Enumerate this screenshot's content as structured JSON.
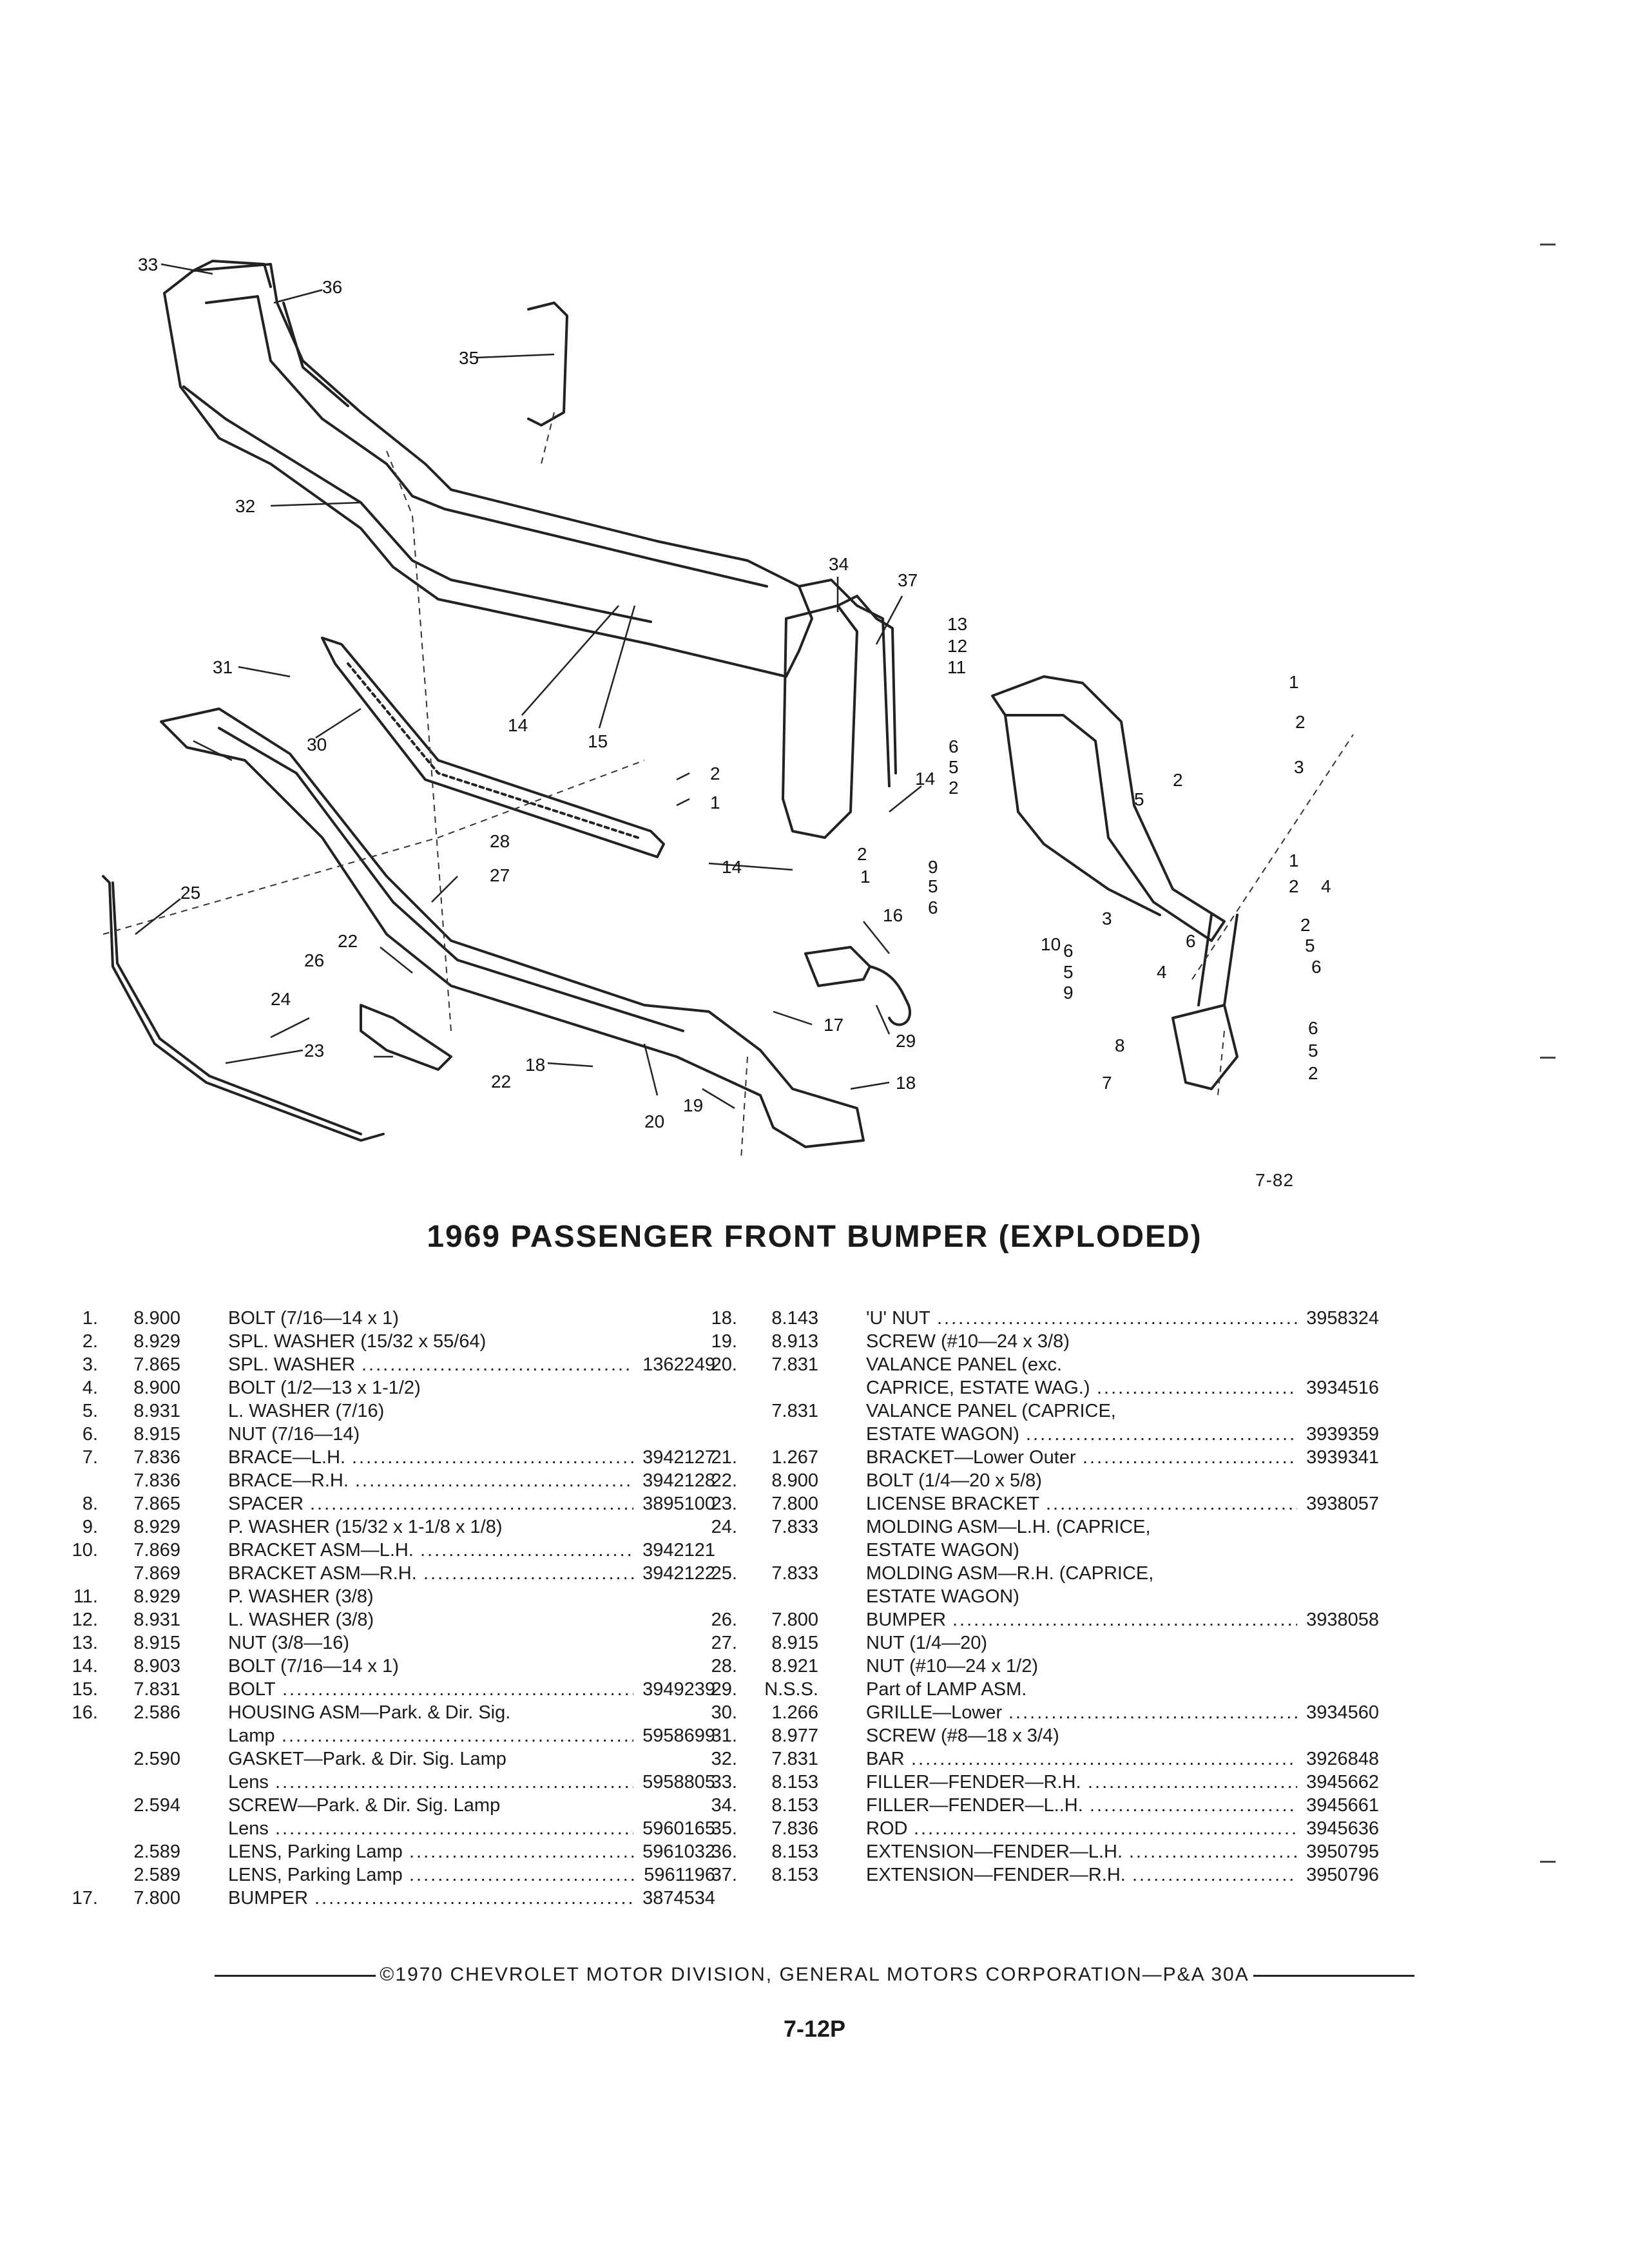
{
  "diagram": {
    "callouts": [
      "33",
      "36",
      "35",
      "32",
      "34",
      "37",
      "31",
      "30",
      "14",
      "15",
      "2",
      "1",
      "14",
      "2",
      "1",
      "14",
      "28",
      "27",
      "25",
      "26",
      "22",
      "24",
      "23",
      "22",
      "18",
      "16",
      "17",
      "29",
      "20",
      "19",
      "18",
      "13",
      "12",
      "11",
      "1",
      "2",
      "3",
      "6",
      "5",
      "2",
      "5",
      "2",
      "9",
      "5",
      "6",
      "10",
      "6",
      "5",
      "9",
      "1",
      "2",
      "4",
      "3",
      "4",
      "6",
      "2",
      "5",
      "6",
      "8",
      "6",
      "5",
      "2",
      "7"
    ],
    "figure_number": "7-82"
  },
  "title": "1969 PASSENGER FRONT BUMPER (EXPLODED)",
  "parts_left": [
    {
      "n": "1.",
      "code": "8.900",
      "desc": "BOLT (7/16—14 x 1)",
      "part": ""
    },
    {
      "n": "2.",
      "code": "8.929",
      "desc": "SPL. WASHER (15/32 x 55/64)",
      "part": ""
    },
    {
      "n": "3.",
      "code": "7.865",
      "desc": "SPL. WASHER",
      "part": "1362249"
    },
    {
      "n": "4.",
      "code": "8.900",
      "desc": "BOLT (1/2—13 x 1-1/2)",
      "part": ""
    },
    {
      "n": "5.",
      "code": "8.931",
      "desc": "L. WASHER (7/16)",
      "part": ""
    },
    {
      "n": "6.",
      "code": "8.915",
      "desc": "NUT (7/16—14)",
      "part": ""
    },
    {
      "n": "7.",
      "code": "7.836",
      "desc": "BRACE—L.H.",
      "part": "3942127"
    },
    {
      "n": "",
      "code": "7.836",
      "desc": "BRACE—R.H.",
      "part": "3942128"
    },
    {
      "n": "8.",
      "code": "7.865",
      "desc": "SPACER",
      "part": "3895100"
    },
    {
      "n": "9.",
      "code": "8.929",
      "desc": "P. WASHER (15/32 x 1-1/8 x 1/8)",
      "part": ""
    },
    {
      "n": "10.",
      "code": "7.869",
      "desc": "BRACKET ASM—L.H.",
      "part": "3942121"
    },
    {
      "n": "",
      "code": "7.869",
      "desc": "BRACKET ASM—R.H.",
      "part": "3942122"
    },
    {
      "n": "11.",
      "code": "8.929",
      "desc": "P. WASHER (3/8)",
      "part": ""
    },
    {
      "n": "12.",
      "code": "8.931",
      "desc": "L. WASHER (3/8)",
      "part": ""
    },
    {
      "n": "13.",
      "code": "8.915",
      "desc": "NUT (3/8—16)",
      "part": ""
    },
    {
      "n": "14.",
      "code": "8.903",
      "desc": "BOLT (7/16—14 x 1)",
      "part": ""
    },
    {
      "n": "15.",
      "code": "7.831",
      "desc": "BOLT",
      "part": "3949239"
    },
    {
      "n": "16.",
      "code": "2.586",
      "desc": "HOUSING ASM—Park. & Dir. Sig.",
      "part": ""
    },
    {
      "n": "",
      "code": "",
      "desc": "Lamp",
      "part": "5958699"
    },
    {
      "n": "",
      "code": "2.590",
      "desc": "GASKET—Park. & Dir. Sig. Lamp",
      "part": ""
    },
    {
      "n": "",
      "code": "",
      "desc": "Lens",
      "part": "5958805"
    },
    {
      "n": "",
      "code": "2.594",
      "desc": "SCREW—Park. & Dir. Sig. Lamp",
      "part": ""
    },
    {
      "n": "",
      "code": "",
      "desc": "Lens",
      "part": "5960165"
    },
    {
      "n": "",
      "code": "2.589",
      "desc": "LENS, Parking Lamp",
      "part": "5961032"
    },
    {
      "n": "",
      "code": "2.589",
      "desc": "LENS, Parking Lamp",
      "part": "5961196"
    },
    {
      "n": "17.",
      "code": "7.800",
      "desc": "BUMPER",
      "part": "3874534"
    }
  ],
  "parts_right": [
    {
      "n": "18.",
      "code": "8.143",
      "desc": "'U' NUT",
      "part": "3958324"
    },
    {
      "n": "19.",
      "code": "8.913",
      "desc": "SCREW (#10—24 x 3/8)",
      "part": ""
    },
    {
      "n": "20.",
      "code": "7.831",
      "desc": "VALANCE PANEL (exc.",
      "part": ""
    },
    {
      "n": "",
      "code": "",
      "desc": "CAPRICE, ESTATE WAG.)",
      "part": "3934516"
    },
    {
      "n": "",
      "code": "7.831",
      "desc": "VALANCE PANEL (CAPRICE,",
      "part": ""
    },
    {
      "n": "",
      "code": "",
      "desc": "ESTATE WAGON)",
      "part": "3939359"
    },
    {
      "n": "21.",
      "code": "1.267",
      "desc": "BRACKET—Lower Outer",
      "part": "3939341"
    },
    {
      "n": "22.",
      "code": "8.900",
      "desc": "BOLT (1/4—20 x 5/8)",
      "part": ""
    },
    {
      "n": "23.",
      "code": "7.800",
      "desc": "LICENSE BRACKET",
      "part": "3938057"
    },
    {
      "n": "24.",
      "code": "7.833",
      "desc": "MOLDING ASM—L.H. (CAPRICE,",
      "part": ""
    },
    {
      "n": "",
      "code": "",
      "desc": "ESTATE WAGON)",
      "part": ""
    },
    {
      "n": "25.",
      "code": "7.833",
      "desc": "MOLDING ASM—R.H. (CAPRICE,",
      "part": ""
    },
    {
      "n": "",
      "code": "",
      "desc": "ESTATE WAGON)",
      "part": ""
    },
    {
      "n": "26.",
      "code": "7.800",
      "desc": "BUMPER",
      "part": "3938058"
    },
    {
      "n": "27.",
      "code": "8.915",
      "desc": "NUT (1/4—20)",
      "part": ""
    },
    {
      "n": "28.",
      "code": "8.921",
      "desc": "NUT (#10—24 x 1/2)",
      "part": ""
    },
    {
      "n": "29.",
      "code": "N.S.S.",
      "desc": "Part of LAMP ASM.",
      "part": ""
    },
    {
      "n": "30.",
      "code": "1.266",
      "desc": "GRILLE—Lower",
      "part": "3934560"
    },
    {
      "n": "31.",
      "code": "8.977",
      "desc": "SCREW (#8—18 x 3/4)",
      "part": ""
    },
    {
      "n": "32.",
      "code": "7.831",
      "desc": "BAR",
      "part": "3926848"
    },
    {
      "n": "33.",
      "code": "8.153",
      "desc": "FILLER—FENDER—R.H.",
      "part": "3945662"
    },
    {
      "n": "34.",
      "code": "8.153",
      "desc": "FILLER—FENDER—L..H.",
      "part": "3945661"
    },
    {
      "n": "35.",
      "code": "7.836",
      "desc": "ROD",
      "part": "3945636"
    },
    {
      "n": "36.",
      "code": "8.153",
      "desc": "EXTENSION—FENDER—L.H.",
      "part": "3950795"
    },
    {
      "n": "37.",
      "code": "8.153",
      "desc": "EXTENSION—FENDER—R.H.",
      "part": "3950796"
    }
  ],
  "footer": "©1970 CHEVROLET MOTOR DIVISION, GENERAL MOTORS CORPORATION—P&A 30A",
  "page_number": "7-12P"
}
